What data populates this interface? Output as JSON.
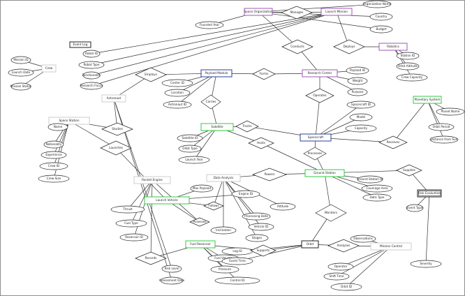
{
  "entities": [
    {
      "id": "space_org",
      "label": "Space Organization",
      "color": "#9b59b6"
    },
    {
      "id": "launch_mission",
      "label": "Launch Mission",
      "color": "#9b59b6"
    },
    {
      "id": "robotics",
      "label": "Robotics",
      "color": "#9b59b6"
    },
    {
      "id": "research_center",
      "label": "Research Center",
      "color": "#9b59b6"
    },
    {
      "id": "astronaut",
      "label": "Astronaut",
      "color": "#cccccc"
    },
    {
      "id": "crew",
      "label": "Crew",
      "color": "#cccccc"
    },
    {
      "id": "payload",
      "label": "Payload Module",
      "color": "#2a3f9e"
    },
    {
      "id": "spacecraft",
      "label": "Spacecraft",
      "color": "#2a3f9e"
    },
    {
      "id": "planet_system",
      "label": "Planetary System",
      "color": "#2ecc40"
    },
    {
      "id": "satellite",
      "label": "Satellite",
      "color": "#2ecc40"
    },
    {
      "id": "space_station",
      "label": "Space Station",
      "color": "#cccccc"
    },
    {
      "id": "ground_station",
      "label": "Ground Station",
      "color": "#2ecc40"
    },
    {
      "id": "data_analysis",
      "label": "Data Analysis",
      "color": "#cccccc"
    },
    {
      "id": "launch_vehicle",
      "label": "Launch Vehicle",
      "color": "#2ecc40"
    },
    {
      "id": "rocket_engine",
      "label": "Rocket Engine",
      "color": "#cccccc"
    },
    {
      "id": "fuel_reservoir",
      "label": "Fuel Reservoir",
      "color": "#2ecc40"
    },
    {
      "id": "mission_control",
      "label": "Mission Control",
      "color": "#cccccc"
    },
    {
      "id": "orbit",
      "label": "Orbit",
      "color": "#222222"
    },
    {
      "id": "risk_evaluation",
      "label": "Risk Evaluation",
      "color": "#222222"
    },
    {
      "id": "event_log",
      "label": "Event Log",
      "color": "#222222"
    }
  ],
  "attributes": [
    "Organization Name",
    "Country",
    "Budget",
    "Founded Year",
    "Mission ID",
    "Launch Date",
    "Mission Status",
    "Robot ID",
    "Robot Type",
    "Functionality",
    "Research Focus",
    "Center ID",
    "Location",
    "Astronaut ID",
    "Name",
    "Nationality",
    "Experience",
    "Crew ID",
    "Crew Size",
    "Payload ID",
    "Weight",
    "Purpose",
    "Spacecraft ID",
    "Model",
    "Capacity",
    "Planet Name",
    "Orbit Period",
    "Distance from Sun",
    "Satellite ID",
    "Orbit Type",
    "Launch Year",
    "Station ID",
    "Orbit Altitude",
    "Crew Capacity",
    "Ground Station ID",
    "Coverage Area",
    "Data Type",
    "Processing Date",
    "Vehicle ID",
    "Stages",
    "Max Payload",
    "Engine ID",
    "Thrust",
    "Fuel Type",
    "Reservoir ID",
    "Fuel Volume",
    "Pressure",
    "Control ID",
    "Operator",
    "Shift Time",
    "Orbit ID",
    "Inclination",
    "Altitude",
    "Risk Level",
    "Assessment Date",
    "Log ID",
    "Event Time",
    "Event Type",
    "Severity",
    "Observations"
  ],
  "relationships": [
    "Manages",
    "Conducts",
    "Deploys",
    "Employs",
    "Forms",
    "Carries",
    "Operates",
    "Studies",
    "Tracks",
    "Hosts",
    "Receives",
    "Processes",
    "Launches",
    "Powers",
    "Supplies",
    "Monitors",
    "Follows",
    "Assesses",
    "Records",
    "Supports",
    "Analyzes"
  ]
}
